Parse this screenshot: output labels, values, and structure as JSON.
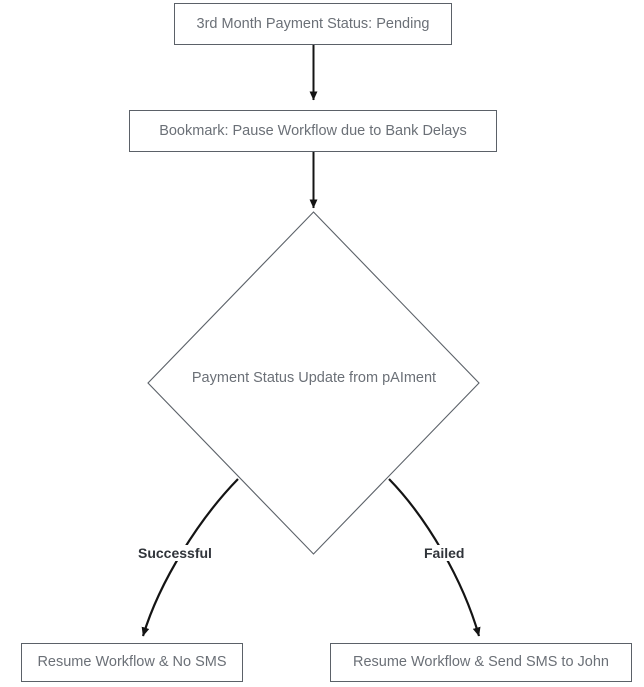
{
  "diagram": {
    "type": "flowchart",
    "orientation": "top-down",
    "background_color": "#ffffff",
    "node_border_color": "#5b6168",
    "node_text_color": "#6b7077",
    "edge_color": "#1a1a1a",
    "edge_label_color": "#30343a",
    "nodes": [
      {
        "id": "start",
        "shape": "rectangle",
        "label": "3rd Month Payment Status: Pending"
      },
      {
        "id": "bookmark",
        "shape": "rectangle",
        "label": "Bookmark: Pause Workflow due to Bank Delays"
      },
      {
        "id": "decision",
        "shape": "diamond",
        "label": "Payment Status Update from pAIment"
      },
      {
        "id": "success",
        "shape": "rectangle",
        "label": "Resume Workflow & No SMS"
      },
      {
        "id": "failure",
        "shape": "rectangle",
        "label": "Resume Workflow & Send SMS to John"
      }
    ],
    "edges": [
      {
        "id": "start-to-bookmark",
        "from": "start",
        "to": "bookmark",
        "label": ""
      },
      {
        "id": "bookmark-to-decision",
        "from": "bookmark",
        "to": "decision",
        "label": ""
      },
      {
        "id": "decision-to-success",
        "from": "decision",
        "to": "success",
        "label": "Successful"
      },
      {
        "id": "decision-to-failure",
        "from": "decision",
        "to": "failure",
        "label": "Failed"
      }
    ]
  }
}
